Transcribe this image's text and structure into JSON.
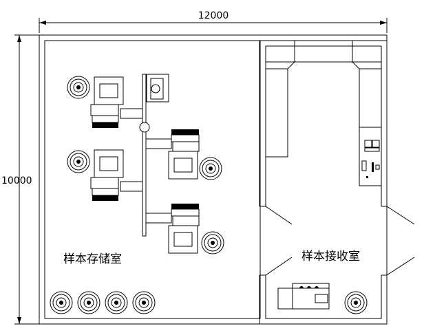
{
  "dimensions": {
    "width_label": "12000",
    "height_label": "10000"
  },
  "rooms": {
    "storage_label": "样本存储室",
    "reception_label": "样本接收室"
  }
}
